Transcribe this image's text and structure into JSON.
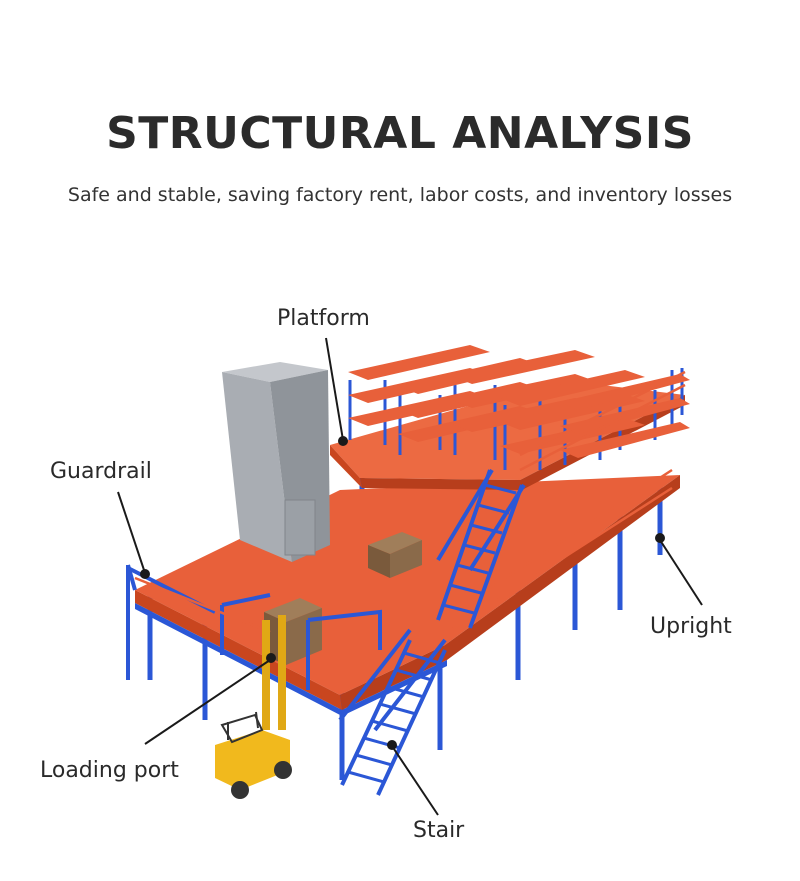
{
  "header": {
    "title": "STRUCTURAL ANALYSIS",
    "subtitle": "Safe and stable, saving factory rent, labor costs, and inventory losses"
  },
  "labels": {
    "platform": "Platform",
    "guardrail": "Guardrail",
    "upright": "Upright",
    "loading_port": "Loading port",
    "stair": "Stair"
  },
  "colors": {
    "deck": "#e8603a",
    "deck_edge": "#c9461f",
    "steel_blue": "#2b57d6",
    "rack_beam": "#e8603a",
    "enclosure": "#a9adb3",
    "forklift": "#f1b91d",
    "pallet_box": "#8a6a4a"
  }
}
